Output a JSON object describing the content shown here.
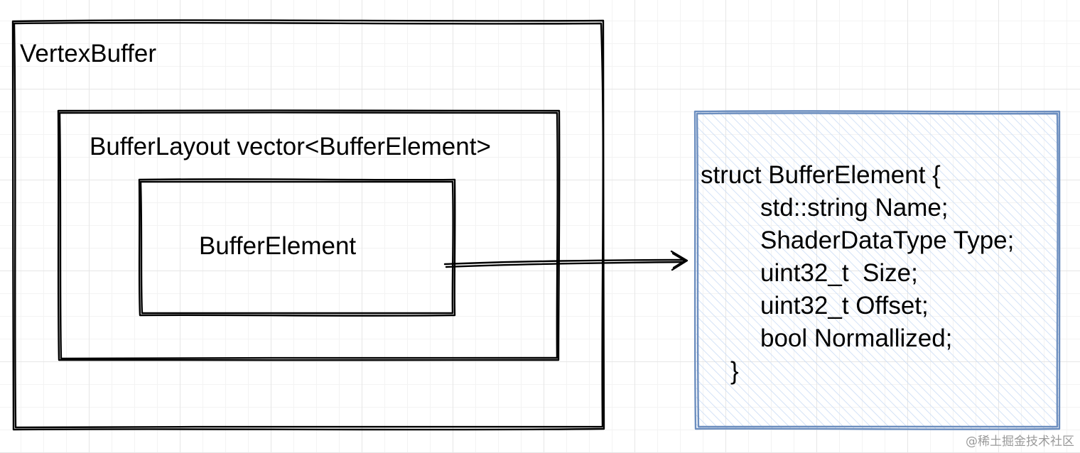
{
  "vertex_buffer": {
    "label": "VertexBuffer"
  },
  "buffer_layout": {
    "label": "BufferLayout vector<BufferElement>"
  },
  "buffer_element": {
    "label": "BufferElement"
  },
  "struct_definition": {
    "header": "struct BufferElement {",
    "fields": [
      "std::string Name;",
      "ShaderDataType Type;",
      "uint32_t  Size;",
      "uint32_t Offset;",
      "bool Normallized;"
    ],
    "closing": "}"
  },
  "watermark": "@稀土掘金技术社区",
  "colors": {
    "stroke": "#000000",
    "struct_box_stroke": "#6c8ebf",
    "struct_box_hatch": "#dae8fc",
    "background": "#ffffff",
    "grid": "#e6e6e6"
  }
}
